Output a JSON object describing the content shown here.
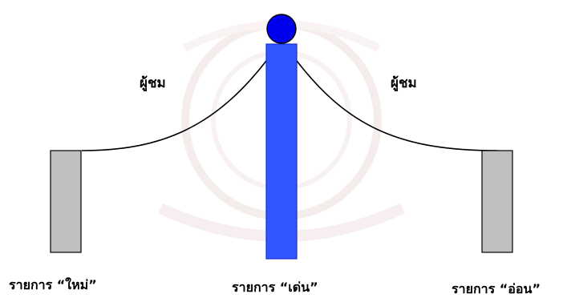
{
  "labels": {
    "audience_left": "ผู้ชม",
    "audience_right": "ผู้ชม"
  },
  "captions": {
    "new_program": "รายการ “ใหม่”",
    "featured_program": "รายการ “เด่น”",
    "weak_program": "รายการ “อ่อน”"
  },
  "colors": {
    "side_bar_fill": "#c0c0c0",
    "center_bar_fill": "#3355ff",
    "ball_fill": "#0000ee",
    "outline": "#000000",
    "watermark": "#e8d6d6"
  }
}
